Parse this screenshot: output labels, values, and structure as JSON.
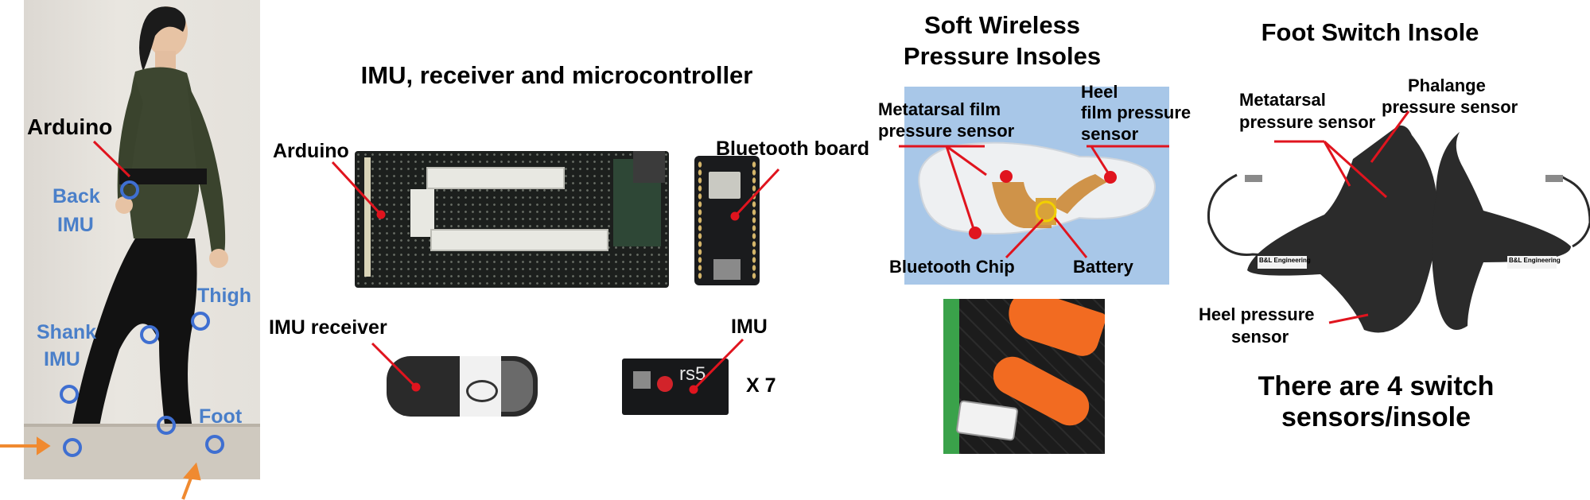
{
  "walker_panel": {
    "arduino": "Arduino",
    "back_imu_1": "Back",
    "back_imu_2": "IMU",
    "thigh": "Thigh",
    "shank_imu_1": "Shank",
    "shank_imu_2": "IMU",
    "foot": "Foot"
  },
  "imu_panel": {
    "title": "IMU, receiver and microcontroller",
    "arduino": "Arduino",
    "bluetooth_board": "Bluetooth board",
    "imu_receiver": "IMU receiver",
    "imu": "IMU",
    "multiplier": "X 7",
    "sensor_print": "rs5"
  },
  "insole_panel": {
    "title_1": "Soft Wireless",
    "title_2": "Pressure Insoles",
    "metatarsal_1": "Metatarsal film",
    "metatarsal_2": "pressure sensor",
    "heel_1": "Heel",
    "heel_2": "film pressure",
    "heel_3": "sensor",
    "bluetooth_chip": "Bluetooth Chip",
    "battery": "Battery"
  },
  "switch_panel": {
    "title": "Foot Switch Insole",
    "metatarsal_1": "Metatarsal",
    "metatarsal_2": "pressure sensor",
    "phalange_1": "Phalange",
    "phalange_2": "pressure sensor",
    "heel_1": "Heel pressure",
    "heel_2": "sensor",
    "brand": "B&L Engineering",
    "summary_1": "There are 4 switch",
    "summary_2": "sensors/insole"
  },
  "colors": {
    "marker_blue": "#3f6fd1",
    "label_blue": "#4a7fc9",
    "pointer_red": "#e0141e",
    "foot_arrow": "#f08a30",
    "pcb_dark": "#1c1f1d",
    "insole_orange": "#f26b21"
  }
}
